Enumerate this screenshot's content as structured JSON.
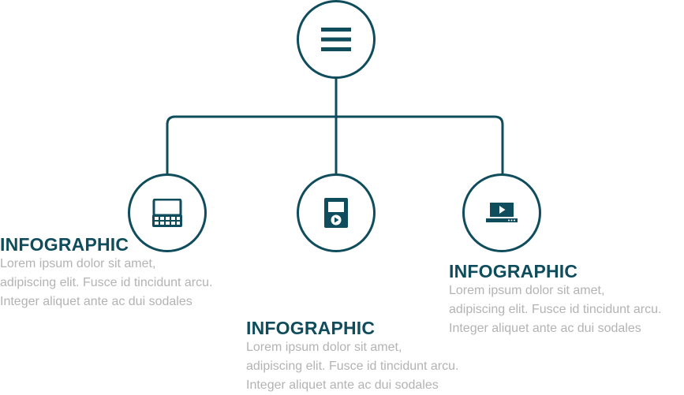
{
  "colors": {
    "accent": "#0f4c5c",
    "body_text": "#b3b3b3",
    "background": "#ffffff"
  },
  "root": {
    "icon": "menu-icon"
  },
  "nodes": [
    {
      "icon": "laptop-keyboard-icon"
    },
    {
      "icon": "media-player-icon"
    },
    {
      "icon": "video-laptop-icon"
    }
  ],
  "blocks": [
    {
      "title": "INFOGRAPHIC",
      "lines": [
        "Lorem ipsum dolor sit amet,",
        "adipiscing elit. Fusce id tincidunt arcu.",
        "Integer aliquet ante ac dui sodales"
      ]
    },
    {
      "title": "INFOGRAPHIC",
      "lines": [
        "Lorem ipsum dolor sit amet,",
        "adipiscing elit. Fusce id tincidunt arcu.",
        "Integer aliquet ante ac dui sodales"
      ]
    },
    {
      "title": "INFOGRAPHIC",
      "lines": [
        "Lorem ipsum dolor sit amet,",
        "adipiscing elit. Fusce id tincidunt arcu.",
        "Integer aliquet ante ac dui sodales"
      ]
    }
  ]
}
